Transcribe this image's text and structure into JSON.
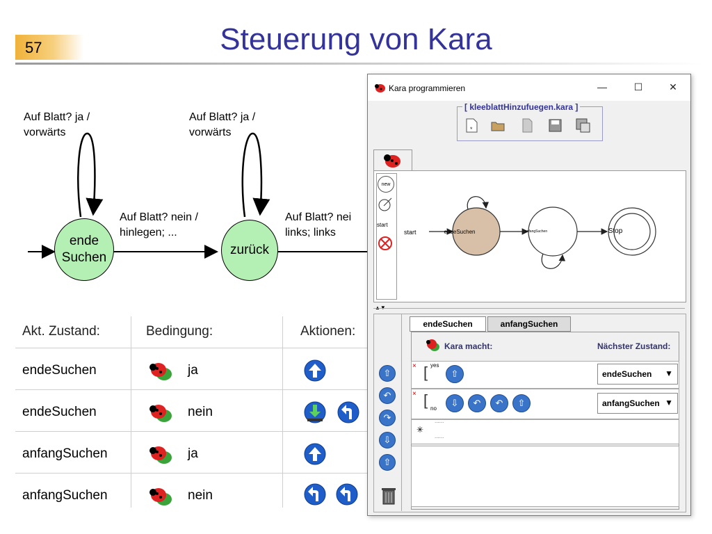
{
  "slide": {
    "number": "57",
    "title": "Steuerung von Kara"
  },
  "diagram": {
    "loop1_label": [
      "Auf Blatt? ja /",
      "vorwärts"
    ],
    "loop2_label": [
      "Auf Blatt? ja /",
      "vorwärts"
    ],
    "edge1_label": [
      "Auf Blatt? nein /",
      "hinlegen; ..."
    ],
    "edge2_label": [
      "Auf Blatt? nei",
      "links; links"
    ],
    "state1": [
      "ende",
      "Suchen"
    ],
    "state2": "zurück"
  },
  "table": {
    "headers": [
      "Akt. Zustand:",
      "Bedingung:",
      "Aktionen:"
    ],
    "rows": [
      {
        "state": "endeSuchen",
        "condition": "ja",
        "actions": [
          "arrow-up-icon"
        ]
      },
      {
        "state": "endeSuchen",
        "condition": "nein",
        "actions": [
          "put-leaf-icon",
          "turn-left-icon"
        ]
      },
      {
        "state": "anfangSuchen",
        "condition": "ja",
        "actions": [
          "arrow-up-icon"
        ]
      },
      {
        "state": "anfangSuchen",
        "condition": "nein",
        "actions": [
          "turn-left-icon",
          "turn-left-icon"
        ]
      }
    ]
  },
  "kara": {
    "window_title": "Kara programmieren",
    "file_name": "[ kleeblattHinzufuegen.kara ]",
    "controls": {
      "minimize": "—",
      "maximize": "☐",
      "close": "✕"
    },
    "palette": {
      "new": "new",
      "start": "start"
    },
    "graph": {
      "start": "start",
      "state1": "endeSuchen",
      "state2": "anfangSuchen",
      "stop": "Stop"
    },
    "tabs": [
      "endeSuchen",
      "anfangSuchen"
    ],
    "header_left": "Kara macht:",
    "header_right": "Nächster Zustand:",
    "rule1": {
      "cond": "yes",
      "next": "endeSuchen"
    },
    "rule2": {
      "cond": "no",
      "next": "anfangSuchen"
    },
    "arrow_glyph": "▼",
    "dots": "......"
  }
}
